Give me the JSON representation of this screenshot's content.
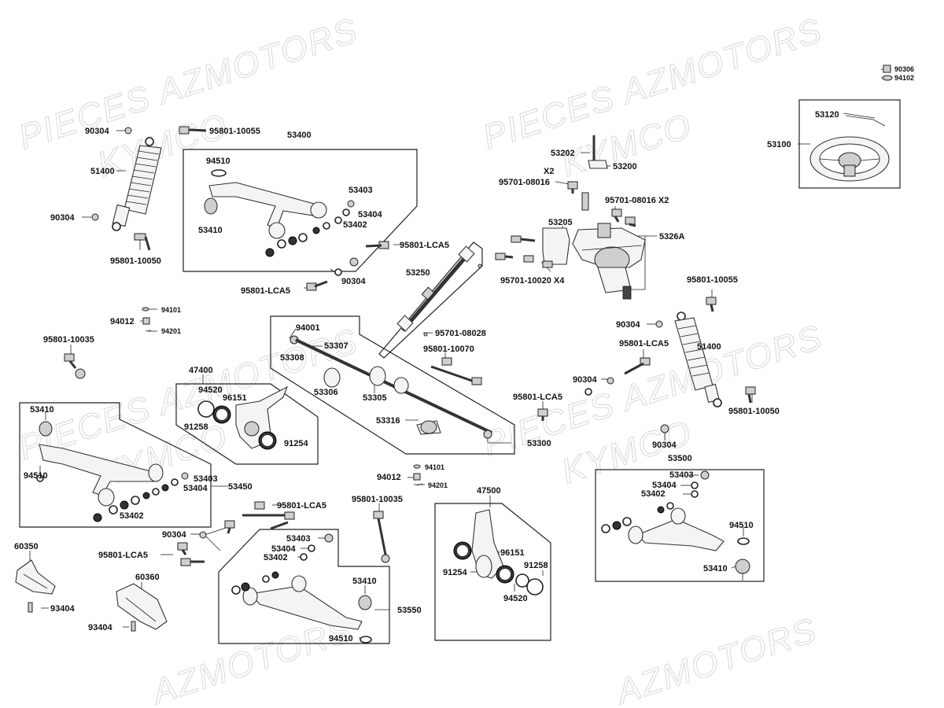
{
  "watermarks": [
    "PIECES AZMOTORS",
    "KYMCO",
    "PIECES AZMOTORS",
    "KYMCO",
    "PIECES AZMOTORS",
    "KYMCO",
    "PIECES AZMOTORS",
    "KYMCO",
    "AZMOTORS",
    "AZMOTORS"
  ],
  "labels": {
    "l90306": "90306",
    "l94102": "94102",
    "l53120": "53120",
    "l53100": "53100",
    "l90304_a": "90304",
    "l95801_10055_a": "95801-10055",
    "l53400": "53400",
    "l51400_a": "51400",
    "l94510_a": "94510",
    "l53403_a": "53403",
    "l53404_a": "53404",
    "l53402_a": "53402",
    "l53410_a": "53410",
    "l90304_b": "90304",
    "l95801_10050_a": "95801-10050",
    "l53202": "53202",
    "l53200": "53200",
    "lX2_a": "X2",
    "l95701_08016_a": "95701-08016",
    "l95701_08016_x2": "95701-08016 X2",
    "l53205": "53205",
    "l5326A": "5326A",
    "l95801_LCA5_a": "95801-LCA5",
    "l53250": "53250",
    "l95701_10020_x4": "95701-10020 X4",
    "l90304_c": "90304",
    "l95801_LCA5_b": "95801-LCA5",
    "l94101_a": "94101",
    "l94012_a": "94012",
    "l94201_a": "94201",
    "l95801_10055_b": "95801-10055",
    "l90304_d": "90304",
    "l51400_b": "51400",
    "l95801_LCA5_c": "95801-LCA5",
    "l95801_10035_a": "95801-10035",
    "l94001": "94001",
    "l53307": "53307",
    "l53308": "53308",
    "l95701_08028": "95701-08028",
    "l95801_10070": "95801-10070",
    "l47400": "47400",
    "l94520_a": "94520",
    "l96151_a": "96151",
    "l53306": "53306",
    "l53305": "53305",
    "l90304_e": "90304",
    "l95801_LCA5_d": "95801-LCA5",
    "l95801_10050_b": "95801-10050",
    "l53410_b": "53410",
    "l91258_a": "91258",
    "l91254_a": "91254",
    "l53316": "53316",
    "l53300": "53300",
    "l90304_f": "90304",
    "l53500": "53500",
    "l94510_b": "94510",
    "l53403_b": "53403",
    "l53404_b": "53404",
    "l53450": "53450",
    "l94101_b": "94101",
    "l94012_b": "94012",
    "l94201_b": "94201",
    "l53403_c": "53403",
    "l53404_c": "53404",
    "l53402_c": "53402",
    "l53402_b": "53402",
    "l95801_LCA5_e": "95801-LCA5",
    "l47500": "47500",
    "l95801_10035_b": "95801-10035",
    "l94510_c": "94510",
    "l90304_g": "90304",
    "l53403_d": "53403",
    "l53404_d": "53404",
    "l60350": "60350",
    "l95801_LCA5_f": "95801-LCA5",
    "l53402_d": "53402",
    "l60360": "60360",
    "l53410_c": "53410",
    "l96151_b": "96151",
    "l91254_b": "91254",
    "l91258_b": "91258",
    "l53410_d": "53410",
    "l53550": "53550",
    "l93404_a": "93404",
    "l93404_b": "93404",
    "l94520_b": "94520",
    "l94510_d": "94510"
  }
}
